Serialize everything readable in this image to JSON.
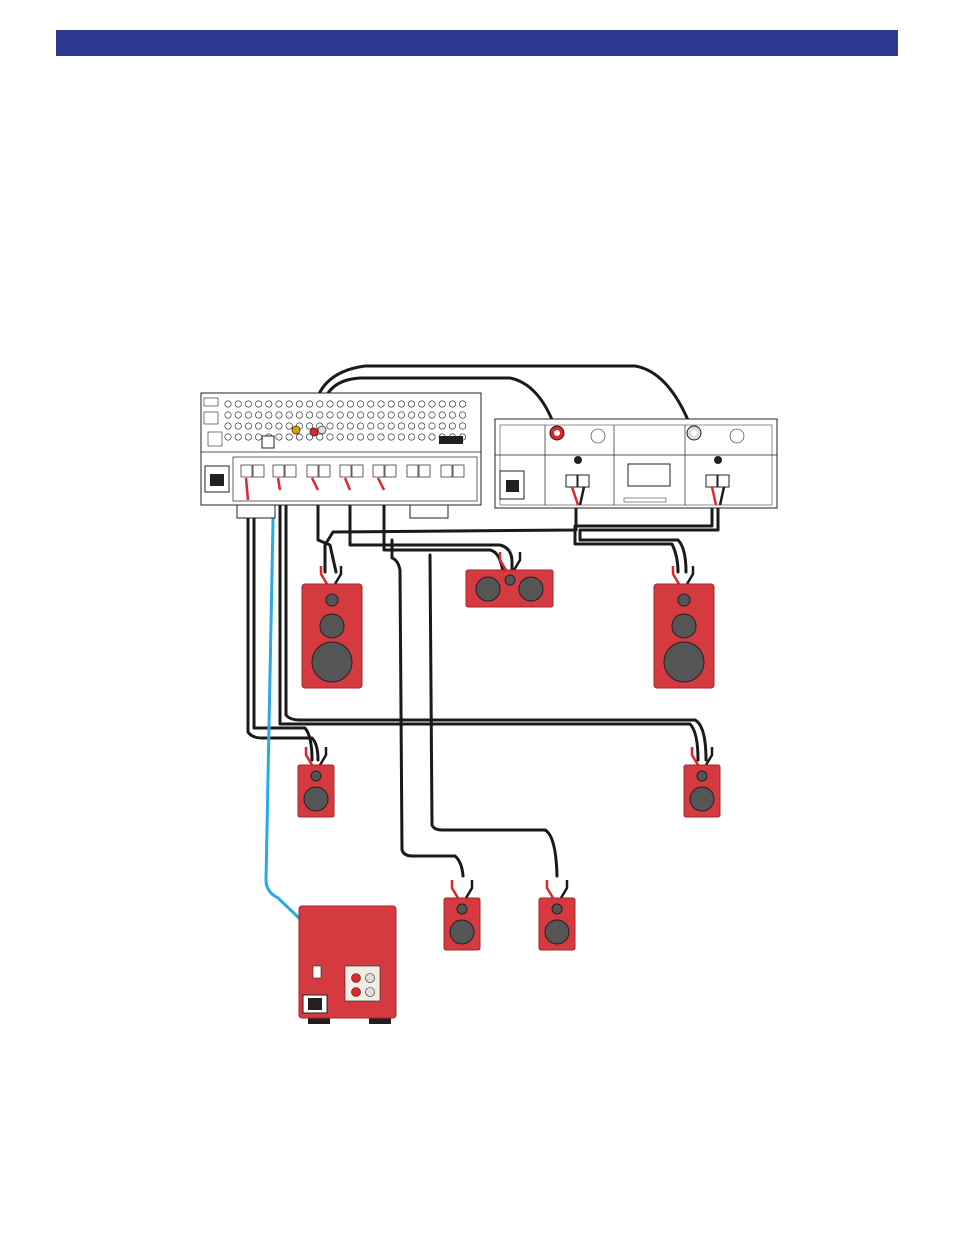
{
  "header": {
    "title": "",
    "color": "#2b3990"
  },
  "colors": {
    "speaker_wood": "#d43a3f",
    "speaker_dark": "#a8242a",
    "driver": "#555555",
    "cable_black": "#1a1a1a",
    "cable_red": "#e0262b",
    "cable_blue": "#29aae1",
    "chassis_fill": "#ffffff",
    "chassis_stroke": "#231f20"
  },
  "components": {
    "receiver": {
      "name": "av-receiver",
      "icon": "receiver-back-panel-icon"
    },
    "amplifier": {
      "name": "stereo-power-amplifier",
      "icon": "amplifier-back-panel-icon"
    },
    "subwoofer": {
      "name": "powered-subwoofer",
      "icon": "subwoofer-icon"
    },
    "speakers": [
      {
        "role": "front-left",
        "type": "floor-standing"
      },
      {
        "role": "center",
        "type": "center-channel"
      },
      {
        "role": "front-right",
        "type": "floor-standing"
      },
      {
        "role": "surround-left",
        "type": "bookshelf"
      },
      {
        "role": "surround-right",
        "type": "bookshelf"
      },
      {
        "role": "surround-back-left",
        "type": "bookshelf"
      },
      {
        "role": "surround-back-right",
        "type": "bookshelf"
      }
    ]
  }
}
